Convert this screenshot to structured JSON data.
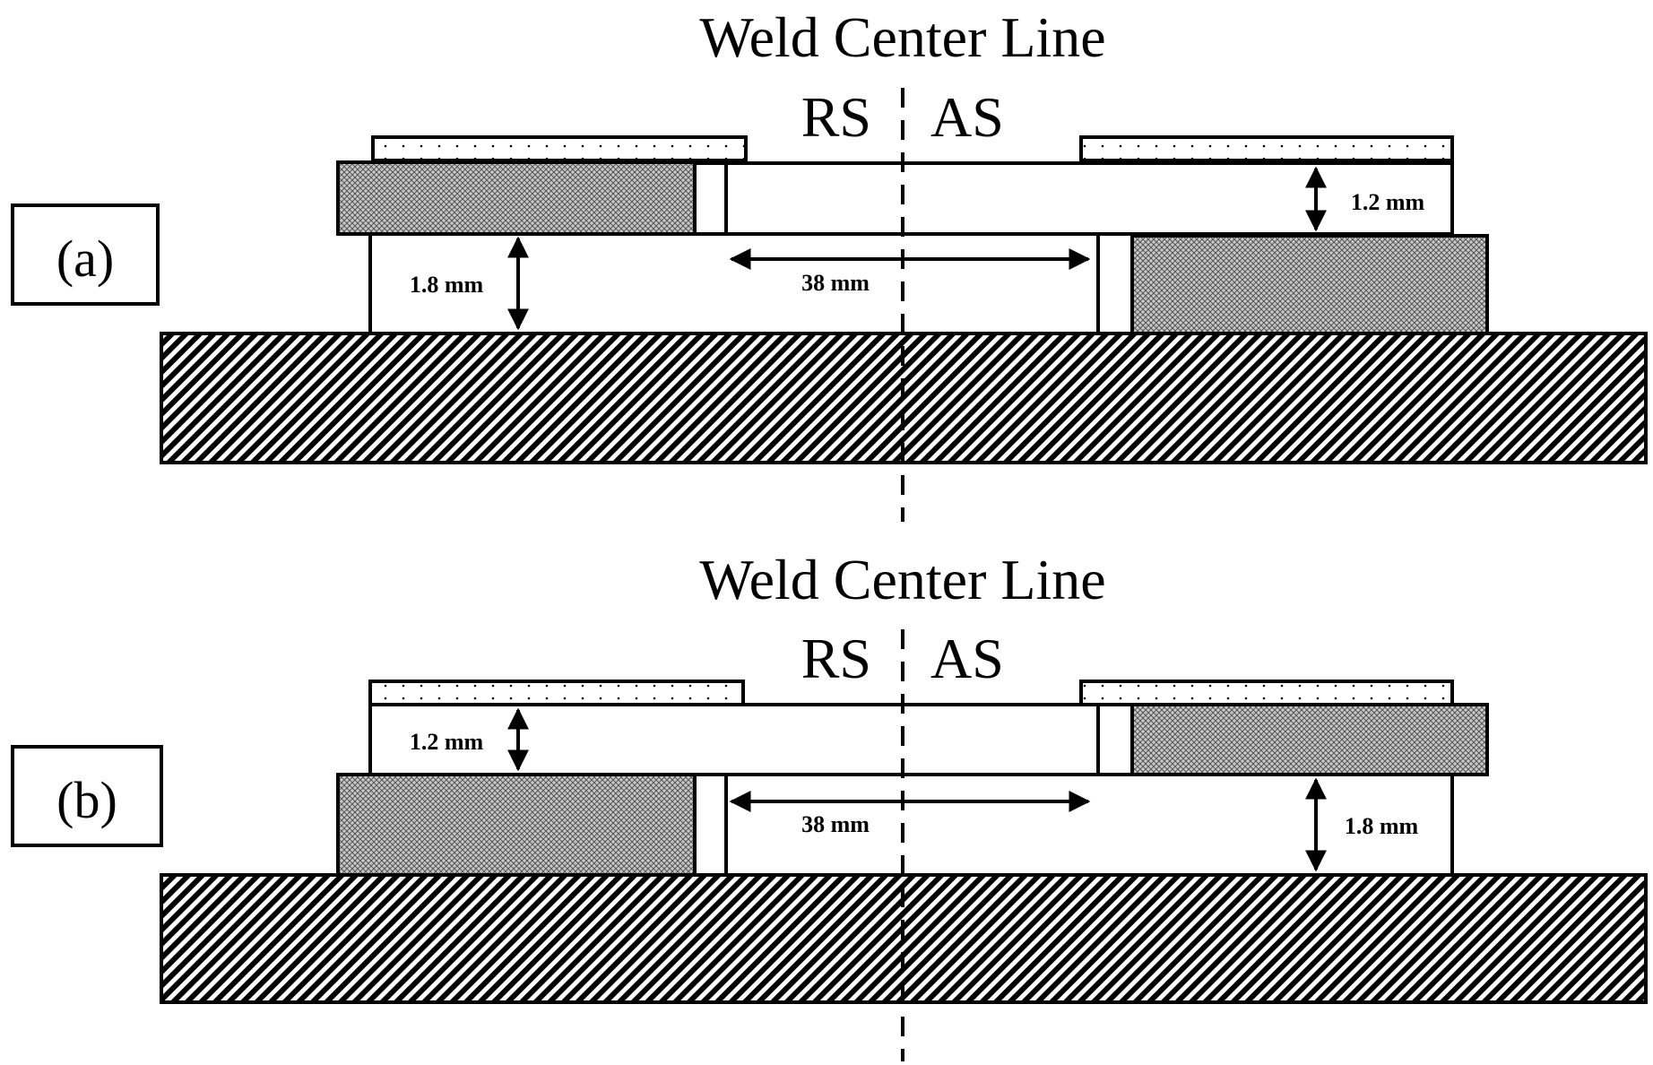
{
  "title": "Weld Center Line",
  "side_left": "RS",
  "side_right": "AS",
  "panels": [
    {
      "label": "(a)",
      "dim_thin": "1.2 mm",
      "dim_thick": "1.8 mm",
      "dim_gap": "38 mm"
    },
    {
      "label": "(b)",
      "dim_thin": "1.2 mm",
      "dim_thick": "1.8 mm",
      "dim_gap": "38 mm"
    }
  ]
}
